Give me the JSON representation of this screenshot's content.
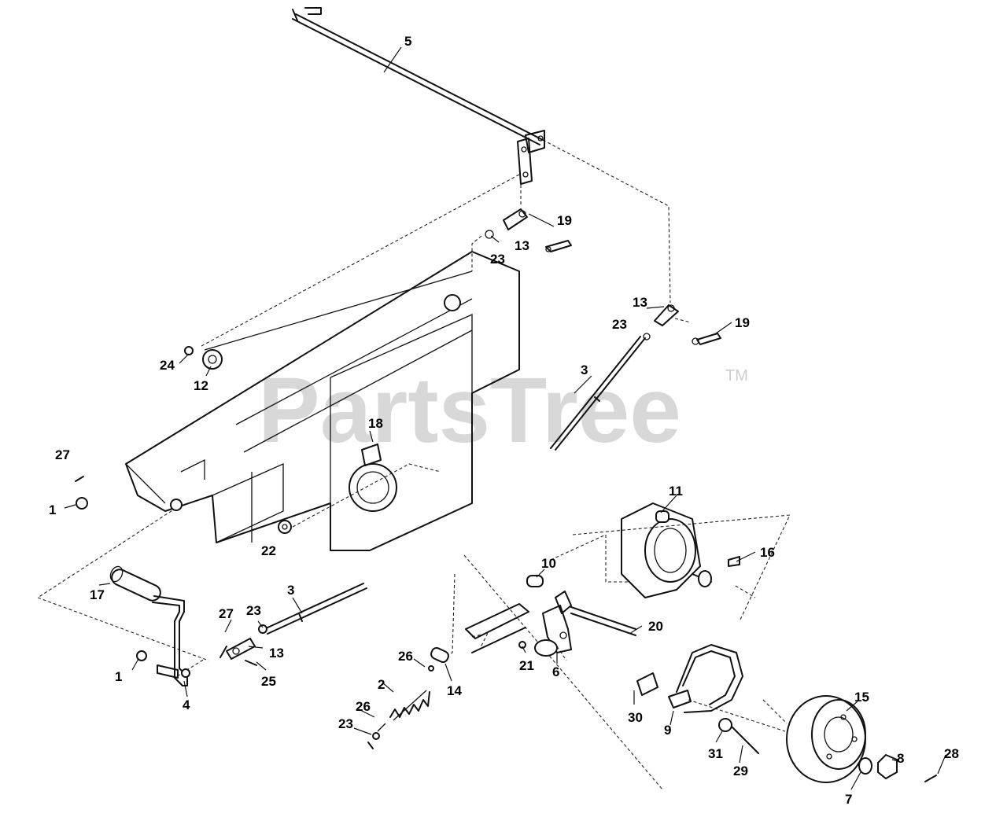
{
  "watermark": {
    "text": "PartsTree",
    "trademark": "TM"
  },
  "callouts": [
    {
      "id": "c5",
      "text": "5"
    },
    {
      "id": "c19a",
      "text": "19"
    },
    {
      "id": "c13a",
      "text": "13"
    },
    {
      "id": "c23a",
      "text": "23"
    },
    {
      "id": "c13b",
      "text": "13"
    },
    {
      "id": "c19b",
      "text": "19"
    },
    {
      "id": "c23b",
      "text": "23"
    },
    {
      "id": "c24",
      "text": "24"
    },
    {
      "id": "c12",
      "text": "12"
    },
    {
      "id": "c3a",
      "text": "3"
    },
    {
      "id": "c18",
      "text": "18"
    },
    {
      "id": "c27a",
      "text": "27"
    },
    {
      "id": "c1a",
      "text": "1"
    },
    {
      "id": "c22",
      "text": "22"
    },
    {
      "id": "c11",
      "text": "11"
    },
    {
      "id": "c16",
      "text": "16"
    },
    {
      "id": "c10",
      "text": "10"
    },
    {
      "id": "c17",
      "text": "17"
    },
    {
      "id": "c3b",
      "text": "3"
    },
    {
      "id": "c27b",
      "text": "27"
    },
    {
      "id": "c23c",
      "text": "23"
    },
    {
      "id": "c20",
      "text": "20"
    },
    {
      "id": "c13c",
      "text": "13"
    },
    {
      "id": "c26a",
      "text": "26"
    },
    {
      "id": "c21",
      "text": "21"
    },
    {
      "id": "c6",
      "text": "6"
    },
    {
      "id": "c1b",
      "text": "1"
    },
    {
      "id": "c25",
      "text": "25"
    },
    {
      "id": "c14",
      "text": "14"
    },
    {
      "id": "c2",
      "text": "2"
    },
    {
      "id": "c4",
      "text": "4"
    },
    {
      "id": "c15",
      "text": "15"
    },
    {
      "id": "c26b",
      "text": "26"
    },
    {
      "id": "c30",
      "text": "30"
    },
    {
      "id": "c9",
      "text": "9"
    },
    {
      "id": "c23d",
      "text": "23"
    },
    {
      "id": "c31",
      "text": "31"
    },
    {
      "id": "c29",
      "text": "29"
    },
    {
      "id": "c8",
      "text": "8"
    },
    {
      "id": "c28",
      "text": "28"
    },
    {
      "id": "c7",
      "text": "7"
    }
  ]
}
